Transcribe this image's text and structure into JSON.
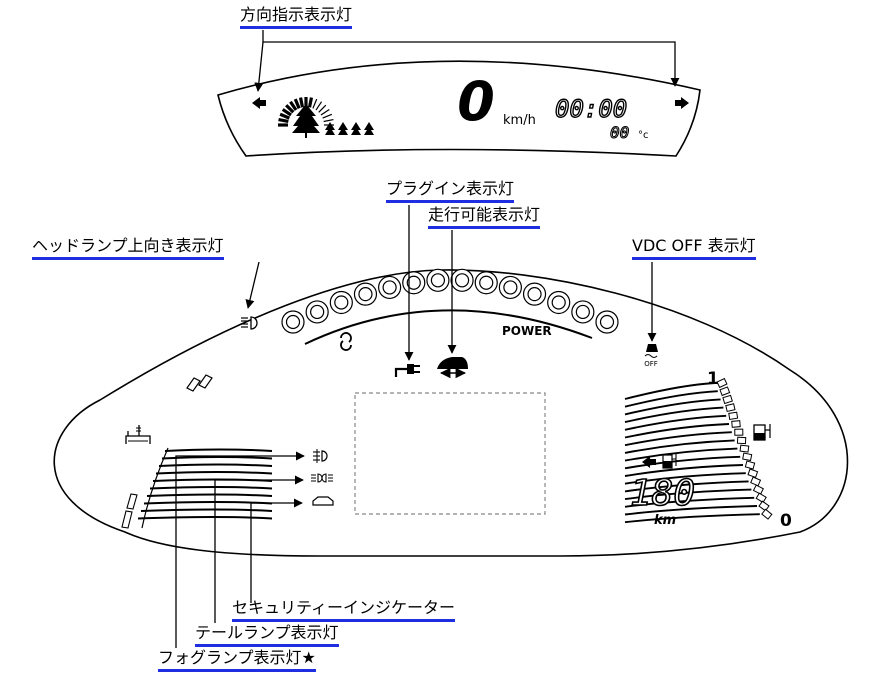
{
  "labels": {
    "turn_signal": "方向指示表示灯",
    "plug_in": "プラグイン表示灯",
    "ready": "走行可能表示灯",
    "high_beam": "ヘッドランプ上向き表示灯",
    "vdc_off": "VDC OFF 表示灯",
    "security": "セキュリティーインジケーター",
    "tail_lamp": "テールランプ表示灯",
    "fog_lamp": "フォグランプ表示灯★"
  },
  "upper_display": {
    "speed": "0",
    "speed_unit": "km/h",
    "clock": "00:00",
    "temperature": "00",
    "temperature_unit": "°c"
  },
  "lower_cluster": {
    "power_label": "POWER",
    "vdc_off_text": "OFF",
    "gauge_full": "1",
    "gauge_empty": "0",
    "range_value": "180",
    "range_unit": "km"
  },
  "colors": {
    "underline": "#1f2fe0",
    "line": "#000000",
    "dashed_box": "#888888"
  },
  "icons": [
    "arrow-left-icon",
    "arrow-right-icon",
    "eco-tree-icon",
    "headlamp-high-icon",
    "plug-icon",
    "car-ready-icon",
    "vdc-off-icon",
    "fog-lamp-icon",
    "tail-lamp-icon",
    "security-car-icon",
    "battery-charge-icon",
    "charge-station-icon",
    "coolant-icon"
  ]
}
